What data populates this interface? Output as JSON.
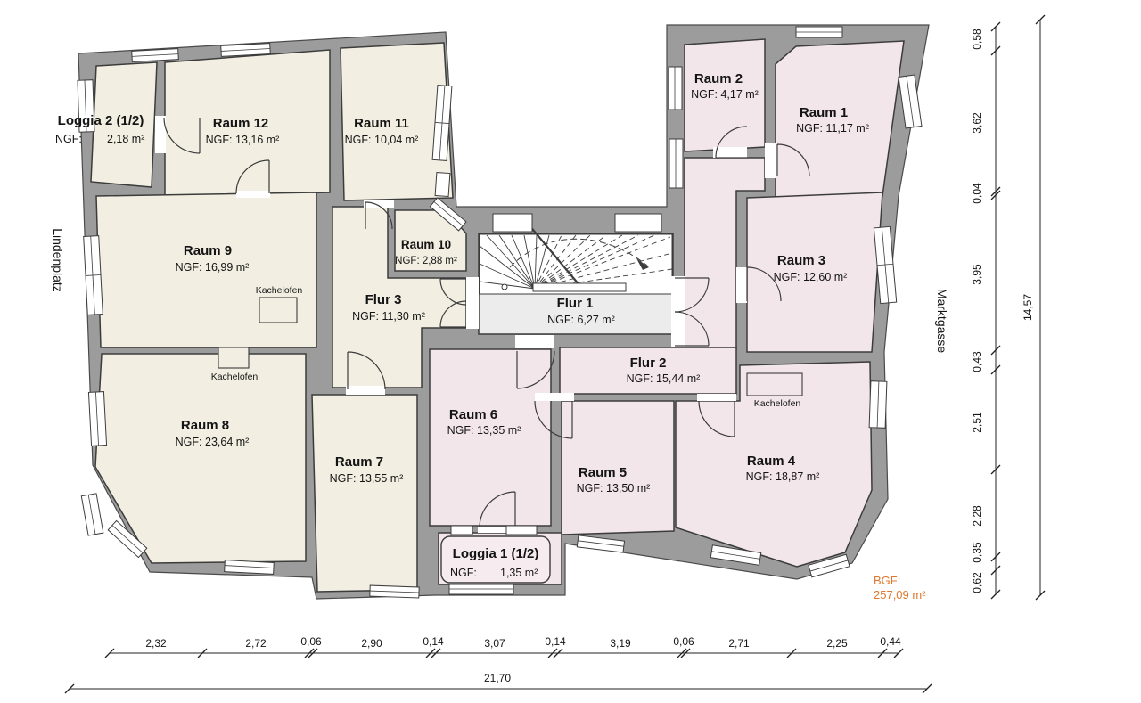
{
  "streets": {
    "left": "Lindenplatz",
    "right": "Marktgasse"
  },
  "rooms": {
    "raum1": {
      "name": "Raum 1",
      "area": "NGF: 11,17 m²"
    },
    "raum2": {
      "name": "Raum 2",
      "area": "NGF: 4,17 m²"
    },
    "raum3": {
      "name": "Raum 3",
      "area": "NGF: 12,60 m²"
    },
    "raum4": {
      "name": "Raum 4",
      "area": "NGF: 18,87 m²"
    },
    "raum5": {
      "name": "Raum 5",
      "area": "NGF: 13,50 m²"
    },
    "raum6": {
      "name": "Raum 6",
      "area": "NGF: 13,35 m²"
    },
    "raum7": {
      "name": "Raum 7",
      "area": "NGF: 13,55 m²"
    },
    "raum8": {
      "name": "Raum 8",
      "area": "NGF: 23,64 m²"
    },
    "raum9": {
      "name": "Raum 9",
      "area": "NGF: 16,99 m²"
    },
    "raum10": {
      "name": "Raum 10",
      "area": "NGF: 2,88 m²"
    },
    "raum11": {
      "name": "Raum 11",
      "area": "NGF: 10,04 m²"
    },
    "raum12": {
      "name": "Raum 12",
      "area": "NGF: 13,16 m²"
    },
    "flur1": {
      "name": "Flur 1",
      "area": "NGF: 6,27 m²"
    },
    "flur2": {
      "name": "Flur 2",
      "area": "NGF: 15,44 m²"
    },
    "flur3": {
      "name": "Flur 3",
      "area": "NGF: 11,30 m²"
    },
    "loggia1": {
      "name": "Loggia 1 (1/2)",
      "ngf": "NGF:",
      "value": "1,35 m²"
    },
    "loggia2": {
      "name": "Loggia 2 (1/2)",
      "ngf": "NGF:",
      "value": "2,18 m²"
    }
  },
  "fixtures": {
    "kachelofen": "Kachelofen"
  },
  "bgf": {
    "label": "BGF:",
    "value": "257,09 m²"
  },
  "dimensions": {
    "right": {
      "segments": [
        "0,58",
        "3,62",
        "0,04",
        "3,95",
        "0,43",
        "2,51",
        "2,28",
        "0,35",
        "0,62"
      ],
      "total": "14,57"
    },
    "bottom": {
      "segments": [
        "2,32",
        "2,72",
        "0,06",
        "2,90",
        "0,14",
        "3,07",
        "0,14",
        "3,19",
        "0,06",
        "2,71",
        "2,25",
        "0,44"
      ],
      "total": "21,70"
    }
  },
  "colors": {
    "wall": "#9C9C9C",
    "rooms_left": "#F2EEE1",
    "rooms_right": "#F3E6EA",
    "hall": "#ECECEC",
    "bgf_accent": "#E0772C"
  }
}
